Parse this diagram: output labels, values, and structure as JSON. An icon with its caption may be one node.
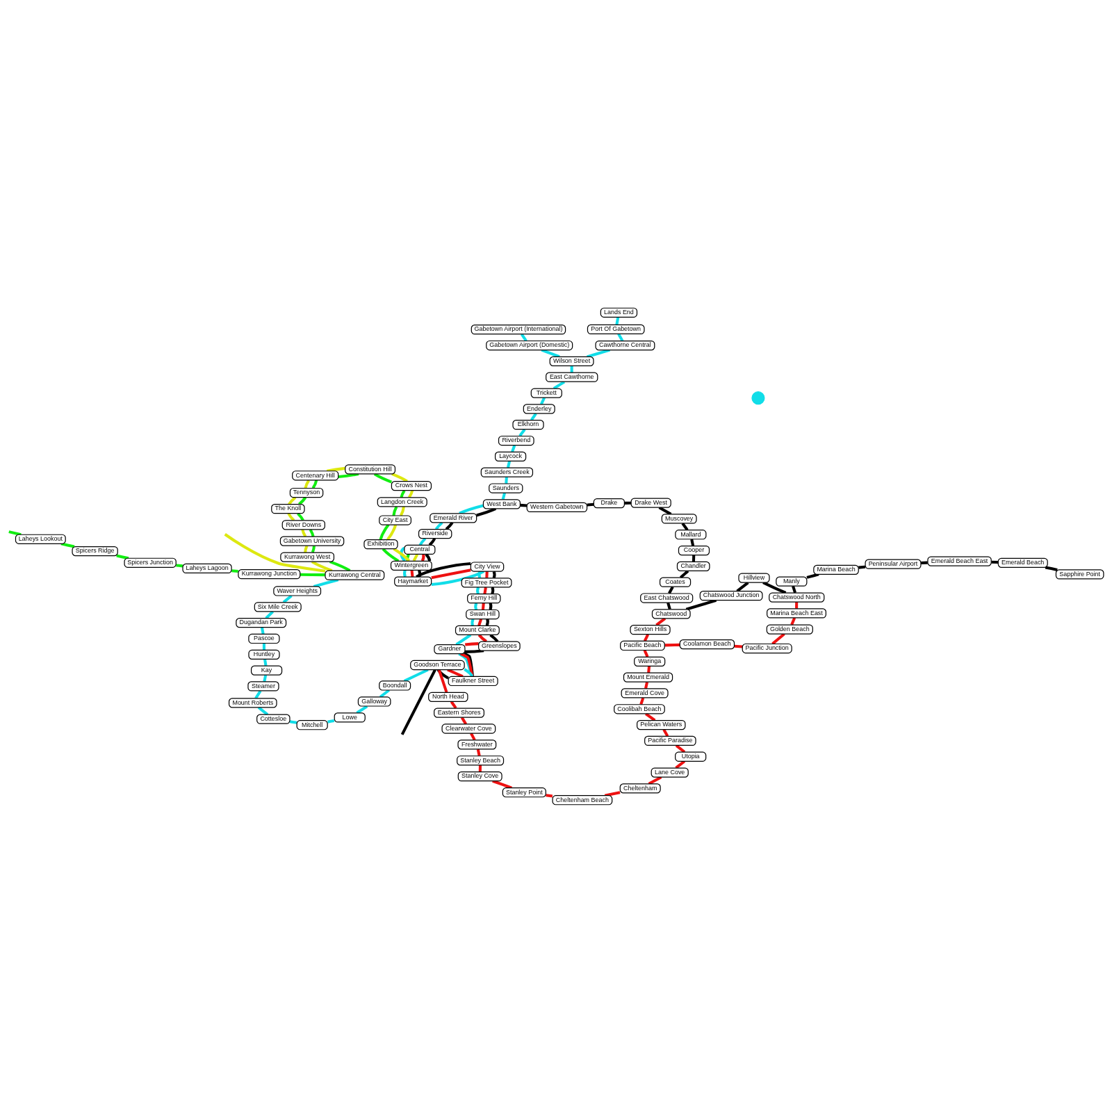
{
  "diagram": {
    "nodes": [
      {
        "text": [
          "Sapphire Point"
        ]
      },
      {
        "text": [
          "Emerald Beach"
        ]
      },
      {
        "text": [
          "Emerald Beach East"
        ]
      },
      {
        "text": [
          "Peninsular Airport"
        ]
      },
      {
        "text": [
          "Marina Beach"
        ]
      },
      {
        "text": [
          "Manly"
        ]
      },
      {
        "text": [
          "Chatswood North"
        ]
      },
      {
        "text": [
          "Hillview"
        ]
      },
      {
        "text": [
          "Chatswood Junction"
        ]
      },
      {
        "text": [
          "Chatswood"
        ]
      },
      {
        "text": [
          "East Chatswood"
        ]
      },
      {
        "text": [
          "Coates"
        ]
      },
      {
        "text": [
          "Chandler"
        ]
      },
      {
        "text": [
          "Cooper"
        ]
      },
      {
        "text": [
          "Mallard"
        ]
      },
      {
        "text": [
          "Muscovey"
        ]
      },
      {
        "text": [
          "Drake West"
        ]
      },
      {
        "text": [
          "Drake"
        ]
      },
      {
        "text": [
          "Western Gabetown"
        ]
      },
      {
        "text": [
          "West Bank"
        ]
      },
      {
        "text": [
          "Emerald River"
        ]
      },
      {
        "text": [
          "Riverside"
        ]
      },
      {
        "text": [
          "Central"
        ]
      },
      {
        "text": [
          "Wintergreen"
        ]
      },
      {
        "text": [
          "Haymarket"
        ]
      },
      {
        "text": [
          "City View"
        ]
      },
      {
        "text": [
          "Fig Tree Pocket"
        ]
      },
      {
        "text": [
          "Ferny Hill"
        ]
      },
      {
        "text": [
          "Swan Hill"
        ]
      },
      {
        "text": [
          "Mount Clarke"
        ]
      },
      {
        "text": [
          "Greenslopes"
        ]
      },
      {
        "text": [
          "Gardner"
        ]
      },
      {
        "text": [
          "Faulkner Street"
        ]
      },
      {
        "text": [
          "Goodson Terrace"
        ]
      },
      {
        "text": [
          "Marina Beach East"
        ]
      },
      {
        "text": [
          "Golden Beach"
        ]
      },
      {
        "text": [
          "Pacific Junction"
        ]
      },
      {
        "text": [
          "Coolamon Beach"
        ]
      },
      {
        "text": [
          "Pacific Beach"
        ]
      },
      {
        "text": [
          "Waringa"
        ]
      },
      {
        "text": [
          "Mount Emerald"
        ]
      },
      {
        "text": [
          "Emerald Cove"
        ]
      },
      {
        "text": [
          "Coolibah Beach"
        ]
      },
      {
        "text": [
          "Pelican Waters"
        ]
      },
      {
        "text": [
          "Pacific Paradise"
        ]
      },
      {
        "text": [
          "Utopia"
        ]
      },
      {
        "text": [
          "Lane Cove"
        ]
      },
      {
        "text": [
          "Cheltenham"
        ]
      },
      {
        "text": [
          "Cheltenham Beach"
        ]
      },
      {
        "text": [
          "Stanley Point"
        ]
      },
      {
        "text": [
          "Stanley Cove"
        ]
      },
      {
        "text": [
          "Stanley Beach"
        ]
      },
      {
        "text": [
          "Freshwater"
        ]
      },
      {
        "text": [
          "Clearwater Cove"
        ]
      },
      {
        "text": [
          "Eastern Shores"
        ]
      },
      {
        "text": [
          "North Head"
        ]
      },
      {
        "text": [
          "Sexton Hills"
        ]
      },
      {
        "text": [
          "Lands End"
        ]
      },
      {
        "text": [
          "Port Of Gabetown"
        ]
      },
      {
        "text": [
          "Cawthorne Central"
        ]
      },
      {
        "text": [
          "Wilson Street"
        ]
      },
      {
        "text": [
          "East Cawthorne"
        ]
      },
      {
        "text": [
          "Trickett"
        ]
      },
      {
        "text": [
          "Enderley"
        ]
      },
      {
        "text": [
          "Elkhorn"
        ]
      },
      {
        "text": [
          "Riverbend"
        ]
      },
      {
        "text": [
          "Laycock"
        ]
      },
      {
        "text": [
          "Saunders Creek"
        ]
      },
      {
        "text": [
          "Saunders"
        ]
      },
      {
        "text": [
          "Gabetown Airport (Domestic)"
        ]
      },
      {
        "text": [
          "Gabetown Airport (International)"
        ]
      },
      {
        "text": [
          "Boondall"
        ]
      },
      {
        "text": [
          "Galloway"
        ]
      },
      {
        "text": [
          "Lowe"
        ]
      },
      {
        "text": [
          "Mitchell"
        ]
      },
      {
        "text": [
          "Cottesloe"
        ]
      },
      {
        "text": [
          "Mount Roberts"
        ]
      },
      {
        "text": [
          "Steamer"
        ]
      },
      {
        "text": [
          "Kay"
        ]
      },
      {
        "text": [
          "Huntley"
        ]
      },
      {
        "text": [
          "Pascoe"
        ]
      },
      {
        "text": [
          "Dugandan Park"
        ]
      },
      {
        "text": [
          "Six Mile Creek"
        ]
      },
      {
        "text": [
          "Waver Heights"
        ]
      },
      {
        "text": [
          "Kurrawong Central"
        ]
      },
      {
        "text": [
          "Exhibition"
        ]
      },
      {
        "text": [
          "City East"
        ]
      },
      {
        "text": [
          "Langdon Creek"
        ]
      },
      {
        "text": [
          "Crows Nest"
        ]
      },
      {
        "text": [
          "Constitution Hill"
        ]
      },
      {
        "text": [
          "Centenary Hill"
        ]
      },
      {
        "text": [
          "Tennyson"
        ]
      },
      {
        "text": [
          "The Knoll"
        ]
      },
      {
        "text": [
          "River Downs"
        ]
      },
      {
        "text": [
          "Gabetown University"
        ]
      },
      {
        "text": [
          "Kurrawong West"
        ]
      },
      {
        "text": [
          "Kurrawong Junction"
        ]
      },
      {
        "text": [
          "Laheys Lagoon"
        ]
      },
      {
        "text": [
          "Spicers Junction"
        ]
      },
      {
        "text": [
          "Spicers Ridge"
        ]
      },
      {
        "text": [
          "Laheys Lookout"
        ]
      },
      {
        "text": [],
        "shape": "circle"
      }
    ],
    "edges": [
      {
        "from": 0,
        "to": 1,
        "arrow": "none",
        "color": "#000000"
      },
      {
        "from": 1,
        "to": 2,
        "arrow": "none",
        "color": "#000000"
      },
      {
        "from": 2,
        "to": 3,
        "arrow": "none",
        "color": "#000000"
      },
      {
        "from": 3,
        "to": 4,
        "arrow": "none",
        "color": "#000000"
      },
      {
        "from": 4,
        "to": 5,
        "arrow": "none",
        "color": "#000000"
      },
      {
        "from": 5,
        "to": 6,
        "arrow": "none",
        "color": "#000000"
      },
      {
        "from": 6,
        "to": 7,
        "arrow": "none",
        "color": "#000000"
      },
      {
        "from": 7,
        "to": 8,
        "arrow": "none",
        "color": "#000000"
      },
      {
        "from": 8,
        "to": 9,
        "arrow": "none",
        "color": "#000000"
      },
      {
        "from": 9,
        "to": 10,
        "arrow": "none",
        "color": "#000000"
      },
      {
        "from": 10,
        "to": 11,
        "arrow": "none",
        "color": "#000000"
      },
      {
        "from": 11,
        "to": 12,
        "arrow": "none",
        "color": "#000000"
      },
      {
        "from": 12,
        "to": 13,
        "arrow": "none",
        "color": "#000000"
      },
      {
        "from": 13,
        "to": 14,
        "arrow": "none",
        "color": "#000000"
      },
      {
        "from": 14,
        "to": 15,
        "arrow": "none",
        "color": "#000000"
      },
      {
        "from": 15,
        "to": 16,
        "arrow": "none",
        "color": "#000000"
      },
      {
        "from": 16,
        "to": 17,
        "arrow": "none",
        "color": "#000000"
      },
      {
        "from": 17,
        "to": 18,
        "arrow": "none",
        "color": "#000000"
      },
      {
        "from": 18,
        "to": 19,
        "arrow": "none",
        "color": "#000000"
      },
      {
        "from": 19,
        "to": 20,
        "arrow": "none",
        "color": "#000000"
      },
      {
        "from": 20,
        "to": 21,
        "arrow": "none",
        "color": "#000000"
      },
      {
        "from": 21,
        "to": 22,
        "arrow": "none",
        "color": "#000000"
      },
      {
        "from": 22,
        "to": 23,
        "arrow": "none",
        "color": "#000000"
      },
      {
        "from": 23,
        "to": 24,
        "arrow": "none",
        "color": "#000000"
      },
      {
        "from": 24,
        "to": 25,
        "arrow": "none",
        "color": "#000000"
      },
      {
        "from": 25,
        "to": 26,
        "arrow": "none",
        "color": "#000000"
      },
      {
        "from": 26,
        "to": 27,
        "arrow": "none",
        "color": "#000000"
      },
      {
        "from": 27,
        "to": 28,
        "arrow": "none",
        "color": "#000000"
      },
      {
        "from": 28,
        "to": 29,
        "arrow": "none",
        "color": "#000000"
      },
      {
        "from": 29,
        "to": 30,
        "arrow": "none",
        "color": "#000000"
      },
      {
        "from": 30,
        "to": 31,
        "arrow": "none",
        "color": "#000000"
      },
      {
        "from": 31,
        "to": 32,
        "arrow": "none",
        "color": "#000000"
      },
      {
        "from": 32,
        "to": 33,
        "arrow": "none",
        "color": "#000000"
      },
      {
        "from": 33,
        "to": null,
        "arrow": "none",
        "color": "#000000"
      },
      {
        "from": 6,
        "to": 34,
        "arrow": "none",
        "color": "#ee1111"
      },
      {
        "from": 34,
        "to": 35,
        "arrow": "none",
        "color": "#ee1111"
      },
      {
        "from": 35,
        "to": 36,
        "arrow": "none",
        "color": "#ee1111"
      },
      {
        "from": 36,
        "to": 37,
        "arrow": "none",
        "color": "#ee1111"
      },
      {
        "from": 37,
        "to": 38,
        "arrow": "none",
        "color": "#ee1111"
      },
      {
        "from": 38,
        "to": 39,
        "arrow": "none",
        "color": "#ee1111"
      },
      {
        "from": 39,
        "to": 40,
        "arrow": "none",
        "color": "#ee1111"
      },
      {
        "from": 40,
        "to": 41,
        "arrow": "none",
        "color": "#ee1111"
      },
      {
        "from": 41,
        "to": 42,
        "arrow": "none",
        "color": "#ee1111"
      },
      {
        "from": 42,
        "to": 43,
        "arrow": "none",
        "color": "#ee1111"
      },
      {
        "from": 43,
        "to": 44,
        "arrow": "none",
        "color": "#ee1111"
      },
      {
        "from": 44,
        "to": 45,
        "arrow": "none",
        "color": "#ee1111"
      },
      {
        "from": 45,
        "to": 46,
        "arrow": "none",
        "color": "#ee1111"
      },
      {
        "from": 46,
        "to": 47,
        "arrow": "none",
        "color": "#ee1111"
      },
      {
        "from": 47,
        "to": 48,
        "arrow": "none",
        "color": "#ee1111"
      },
      {
        "from": 48,
        "to": 49,
        "arrow": "none",
        "color": "#ee1111"
      },
      {
        "from": 49,
        "to": 50,
        "arrow": "none",
        "color": "#ee1111"
      },
      {
        "from": 50,
        "to": 51,
        "arrow": "none",
        "color": "#ee1111"
      },
      {
        "from": 51,
        "to": 52,
        "arrow": "none",
        "color": "#ee1111"
      },
      {
        "from": 52,
        "to": 53,
        "arrow": "none",
        "color": "#ee1111"
      },
      {
        "from": 53,
        "to": 54,
        "arrow": "none",
        "color": "#ee1111"
      },
      {
        "from": 54,
        "to": 55,
        "arrow": "none",
        "color": "#ee1111"
      },
      {
        "from": 55,
        "to": 33,
        "arrow": "none",
        "color": "#ee1111"
      },
      {
        "from": 33,
        "to": 32,
        "arrow": "none",
        "color": "#ee1111"
      },
      {
        "from": 32,
        "to": 31,
        "arrow": "none",
        "color": "#ee1111"
      },
      {
        "from": 31,
        "to": 30,
        "arrow": "none",
        "color": "#ee1111"
      },
      {
        "from": 30,
        "to": 29,
        "arrow": "none",
        "color": "#ee1111"
      },
      {
        "from": 29,
        "to": 28,
        "arrow": "none",
        "color": "#ee1111"
      },
      {
        "from": 28,
        "to": 27,
        "arrow": "none",
        "color": "#ee1111"
      },
      {
        "from": 27,
        "to": 26,
        "arrow": "none",
        "color": "#ee1111"
      },
      {
        "from": 26,
        "to": 25,
        "arrow": "none",
        "color": "#ee1111"
      },
      {
        "from": 25,
        "to": 24,
        "arrow": "none",
        "color": "#ee1111"
      },
      {
        "from": 24,
        "to": 23,
        "arrow": "none",
        "color": "#ee1111"
      },
      {
        "from": 23,
        "to": 22,
        "arrow": "none",
        "color": "#ee1111"
      },
      {
        "from": 38,
        "to": 56,
        "arrow": "none",
        "color": "#ee1111"
      },
      {
        "from": 56,
        "to": 9,
        "arrow": "none",
        "color": "#ee1111"
      },
      {
        "from": 57,
        "to": 58,
        "arrow": "none",
        "color": "#11dde8"
      },
      {
        "from": 58,
        "to": 59,
        "arrow": "none",
        "color": "#11dde8"
      },
      {
        "from": 59,
        "to": 60,
        "arrow": "none",
        "color": "#11dde8"
      },
      {
        "from": 60,
        "to": 61,
        "arrow": "none",
        "color": "#11dde8"
      },
      {
        "from": 61,
        "to": 62,
        "arrow": "none",
        "color": "#11dde8"
      },
      {
        "from": 62,
        "to": 63,
        "arrow": "none",
        "color": "#11dde8"
      },
      {
        "from": 63,
        "to": 64,
        "arrow": "none",
        "color": "#11dde8"
      },
      {
        "from": 64,
        "to": 65,
        "arrow": "none",
        "color": "#11dde8"
      },
      {
        "from": 65,
        "to": 66,
        "arrow": "none",
        "color": "#11dde8"
      },
      {
        "from": 66,
        "to": 67,
        "arrow": "none",
        "color": "#11dde8"
      },
      {
        "from": 67,
        "to": 68,
        "arrow": "none",
        "color": "#11dde8"
      },
      {
        "from": 68,
        "to": 19,
        "arrow": "none",
        "color": "#11dde8"
      },
      {
        "from": 19,
        "to": 20,
        "arrow": "none",
        "color": "#11dde8"
      },
      {
        "from": 20,
        "to": 21,
        "arrow": "none",
        "color": "#11dde8"
      },
      {
        "from": 21,
        "to": 22,
        "arrow": "none",
        "color": "#11dde8"
      },
      {
        "from": 22,
        "to": 23,
        "arrow": "none",
        "color": "#11dde8"
      },
      {
        "from": 23,
        "to": 24,
        "arrow": "none",
        "color": "#11dde8"
      },
      {
        "from": 24,
        "to": 25,
        "arrow": "none",
        "color": "#11dde8"
      },
      {
        "from": 25,
        "to": 26,
        "arrow": "none",
        "color": "#11dde8"
      },
      {
        "from": 26,
        "to": 27,
        "arrow": "none",
        "color": "#11dde8"
      },
      {
        "from": 27,
        "to": 28,
        "arrow": "none",
        "color": "#11dde8"
      },
      {
        "from": 28,
        "to": 29,
        "arrow": "none",
        "color": "#11dde8"
      },
      {
        "from": 29,
        "to": 31,
        "arrow": "none",
        "color": "#11dde8"
      },
      {
        "from": 31,
        "to": 32,
        "arrow": "none",
        "color": "#11dde8"
      },
      {
        "from": 32,
        "to": 33,
        "arrow": "none",
        "color": "#11dde8"
      },
      {
        "from": 33,
        "to": 71,
        "arrow": "none",
        "color": "#11dde8"
      },
      {
        "from": 71,
        "to": 72,
        "arrow": "none",
        "color": "#11dde8"
      },
      {
        "from": 72,
        "to": 73,
        "arrow": "none",
        "color": "#11dde8"
      },
      {
        "from": 73,
        "to": 74,
        "arrow": "none",
        "color": "#11dde8"
      },
      {
        "from": 74,
        "to": 75,
        "arrow": "none",
        "color": "#11dde8"
      },
      {
        "from": 75,
        "to": 76,
        "arrow": "none",
        "color": "#11dde8"
      },
      {
        "from": 76,
        "to": 77,
        "arrow": "none",
        "color": "#11dde8"
      },
      {
        "from": 77,
        "to": 78,
        "arrow": "none",
        "color": "#11dde8"
      },
      {
        "from": 78,
        "to": 79,
        "arrow": "none",
        "color": "#11dde8"
      },
      {
        "from": 79,
        "to": 80,
        "arrow": "none",
        "color": "#11dde8"
      },
      {
        "from": 80,
        "to": 81,
        "arrow": "none",
        "color": "#11dde8"
      },
      {
        "from": 81,
        "to": 82,
        "arrow": "none",
        "color": "#11dde8"
      },
      {
        "from": 82,
        "to": 83,
        "arrow": "none",
        "color": "#11dde8"
      },
      {
        "from": 83,
        "to": 84,
        "arrow": "none",
        "color": "#11dde8"
      },
      {
        "from": 60,
        "to": 69,
        "arrow": "none",
        "color": "#11dde8"
      },
      {
        "from": 69,
        "to": 70,
        "arrow": "none",
        "color": "#11dde8"
      },
      {
        "from": 22,
        "to": 23,
        "arrow": "none",
        "color": "#11ee11"
      },
      {
        "from": 23,
        "to": 85,
        "arrow": "none",
        "color": "#11ee11"
      },
      {
        "from": 85,
        "to": 86,
        "arrow": "none",
        "color": "#11ee11"
      },
      {
        "from": 86,
        "to": 87,
        "arrow": "none",
        "color": "#11ee11"
      },
      {
        "from": 87,
        "to": 88,
        "arrow": "none",
        "color": "#11ee11"
      },
      {
        "from": 88,
        "to": 89,
        "arrow": "none",
        "color": "#11ee11"
      },
      {
        "from": 89,
        "to": 90,
        "arrow": "none",
        "color": "#11ee11"
      },
      {
        "from": 90,
        "to": 91,
        "arrow": "none",
        "color": "#11ee11"
      },
      {
        "from": 91,
        "to": 92,
        "arrow": "none",
        "color": "#11ee11"
      },
      {
        "from": 92,
        "to": 93,
        "arrow": "none",
        "color": "#11ee11"
      },
      {
        "from": 93,
        "to": 94,
        "arrow": "none",
        "color": "#11ee11"
      },
      {
        "from": 94,
        "to": 95,
        "arrow": "none",
        "color": "#11ee11"
      },
      {
        "from": 95,
        "to": 84,
        "arrow": "none",
        "color": "#11ee11"
      },
      {
        "from": 84,
        "to": 96,
        "arrow": "none",
        "color": "#11ee11"
      },
      {
        "from": 96,
        "to": 97,
        "arrow": "none",
        "color": "#11ee11"
      },
      {
        "from": 97,
        "to": 98,
        "arrow": "none",
        "color": "#11ee11"
      },
      {
        "from": 98,
        "to": 99,
        "arrow": "none",
        "color": "#11ee11"
      },
      {
        "from": 99,
        "to": 100,
        "arrow": "none",
        "color": "#11ee11"
      },
      {
        "from": 100,
        "to": null,
        "arrow": "none",
        "color": "#11ee11"
      },
      {
        "from": 22,
        "to": 23,
        "arrow": "none",
        "color": "#dde811"
      },
      {
        "from": 23,
        "to": 85,
        "arrow": "none",
        "color": "#dde811"
      },
      {
        "from": 85,
        "to": 86,
        "arrow": "none",
        "color": "#dde811"
      },
      {
        "from": 86,
        "to": 87,
        "arrow": "none",
        "color": "#dde811"
      },
      {
        "from": 87,
        "to": 88,
        "arrow": "none",
        "color": "#dde811"
      },
      {
        "from": 88,
        "to": 89,
        "arrow": "none",
        "color": "#dde811"
      },
      {
        "from": 89,
        "to": 90,
        "arrow": "none",
        "color": "#dde811"
      },
      {
        "from": 90,
        "to": 91,
        "arrow": "none",
        "color": "#dde811"
      },
      {
        "from": 91,
        "to": 92,
        "arrow": "none",
        "color": "#dde811"
      },
      {
        "from": 92,
        "to": 93,
        "arrow": "none",
        "color": "#dde811"
      },
      {
        "from": 93,
        "to": 94,
        "arrow": "none",
        "color": "#dde811"
      },
      {
        "from": 94,
        "to": 95,
        "arrow": "none",
        "color": "#dde811"
      },
      {
        "from": 95,
        "to": 84,
        "arrow": "none",
        "color": "#dde811"
      },
      {
        "from": 84,
        "to": null,
        "arrow": "none",
        "color": "#dde811"
      }
    ]
  }
}
